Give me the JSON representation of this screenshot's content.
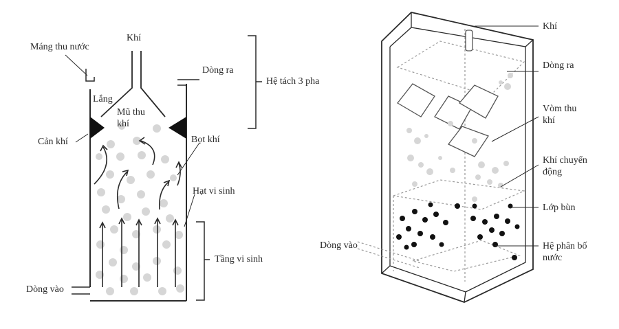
{
  "left_diagram": {
    "labels": {
      "mang_thu_nuoc": "Máng thu nước",
      "khi": "Khí",
      "dong_ra": "Dòng ra",
      "lang": "Lắng",
      "mu_thu_khi": "Mũ thu khí",
      "can_khi": "Cản khí",
      "bot_khi": "Bọt khí",
      "hat_vi_sinh": "Hạt vi sinh",
      "tang_vi_sinh": "Tầng vi sinh",
      "dong_vao": "Dòng vào",
      "he_tach_3_pha": "Hệ tách 3 pha"
    }
  },
  "right_diagram": {
    "labels": {
      "khi": "Khí",
      "dong_ra": "Dòng ra",
      "vom_thu_khi": "Vòm thu khí",
      "khi_chuyen_dong": "Khí chuyển động",
      "lop_bun": "Lớp bùn",
      "dong_vao": "Dòng vào",
      "he_phan_bo_nuoc": "Hệ phân bố nước"
    }
  },
  "colors": {
    "line": "#2a2a2a",
    "bubble": "#d6d6d6",
    "sludge": "#111111",
    "dashed": "#9a9a9a"
  }
}
